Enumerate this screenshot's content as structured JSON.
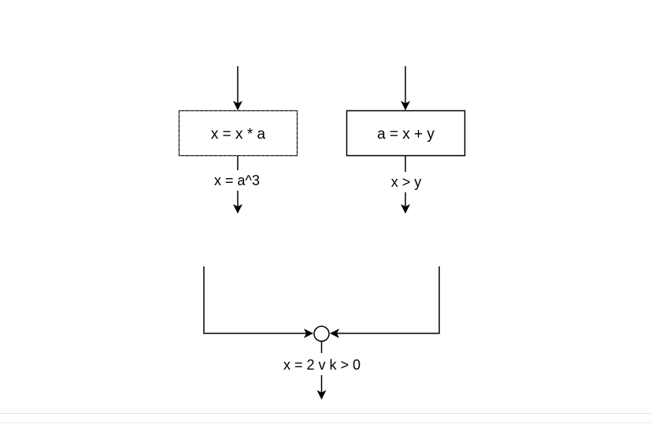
{
  "diagram": {
    "box_left": {
      "text": "x = x * a"
    },
    "box_right": {
      "text": "a = x + y"
    },
    "label_left": {
      "text": "x = a^3"
    },
    "label_right": {
      "text": "x > y"
    },
    "label_merge": {
      "text": "x = 2 v k > 0"
    },
    "colors": {
      "stroke": "#000000",
      "box_fill": "#ffffff",
      "left_box_dashed_border": "#6b8a7a"
    }
  }
}
